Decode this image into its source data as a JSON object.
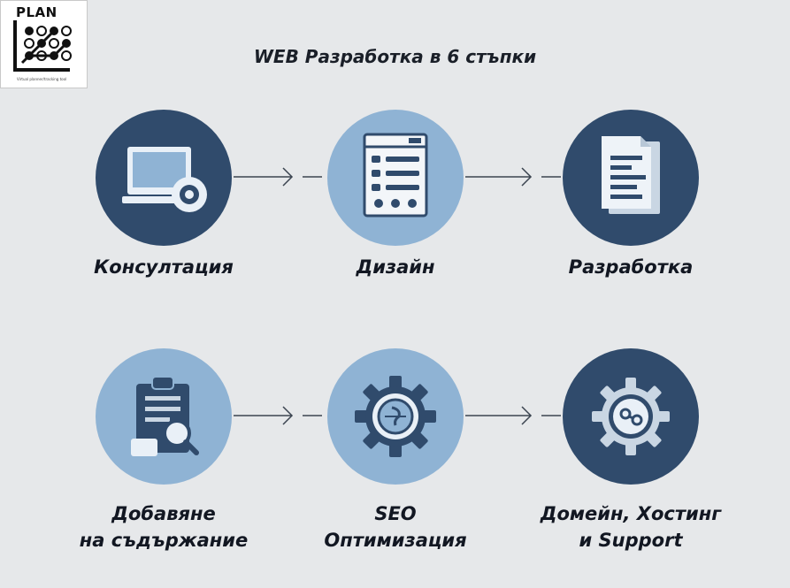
{
  "logo": {
    "text": "PLAN",
    "tagline": "Virtual planner/tracking tool"
  },
  "title": "WEB Разработка в 6 стъпки",
  "steps": [
    {
      "line1": "Консултация",
      "line2": "",
      "icon": "laptop-gear-icon"
    },
    {
      "line1": "Дизайн",
      "line2": "",
      "icon": "wireframe-icon"
    },
    {
      "line1": "Разработка",
      "line2": "",
      "icon": "document-icon"
    },
    {
      "line1": "Добавяне",
      "line2": "на съдържание",
      "icon": "clipboard-search-icon"
    },
    {
      "line1": "SEO",
      "line2": "Оптимизация",
      "icon": "seo-gear-icon"
    },
    {
      "line1": "Домейн, Хостинг",
      "line2": "и Support",
      "icon": "hosting-gear-icon"
    }
  ],
  "colors": {
    "dark_circle": "#304b6c",
    "light_circle": "#8fb3d4",
    "background": "#e6e8ea"
  }
}
